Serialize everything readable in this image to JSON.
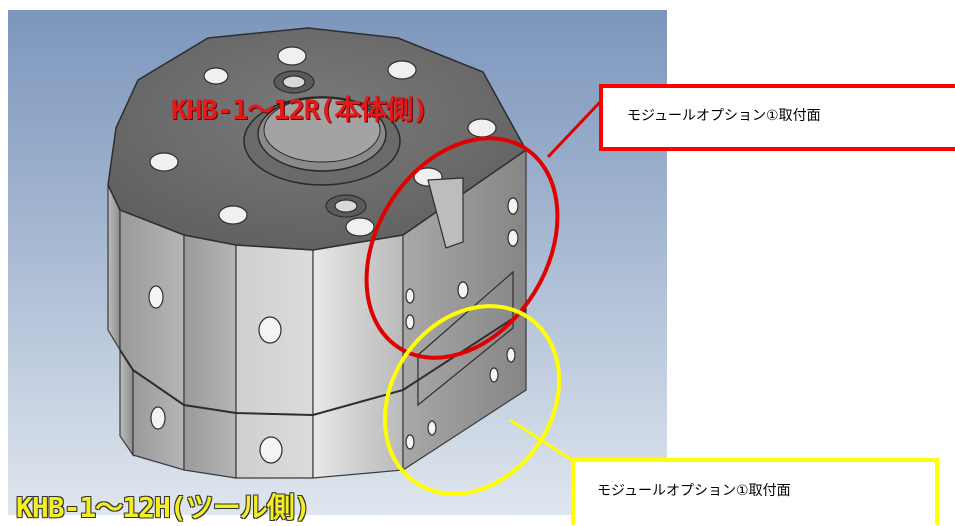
{
  "labels": {
    "top_part": "KHB-1～12R(本体側)",
    "bottom_part": "KHB-1～12H(ツール側)"
  },
  "callouts": {
    "red": "モジュールオプション①取付面",
    "yellow": "モジュールオプション①取付面"
  },
  "colors": {
    "red_accent": "#ff0000",
    "yellow_accent": "#ffff00",
    "top_label": "#e11a1a",
    "bottom_label": "#f4ef22"
  }
}
